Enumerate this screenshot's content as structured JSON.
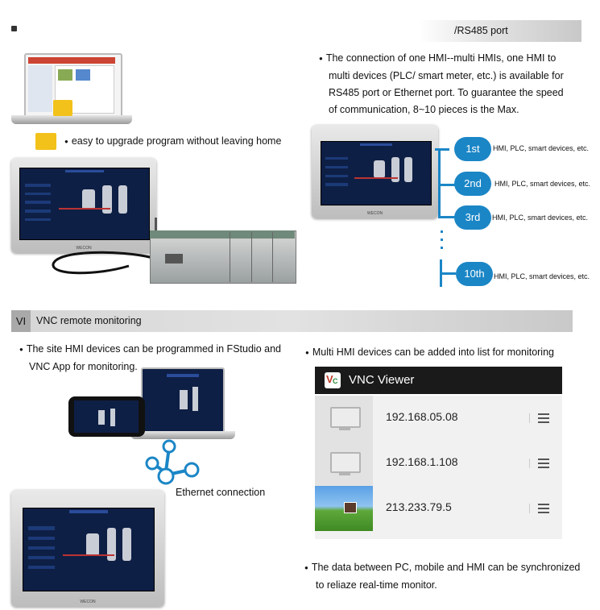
{
  "section_rs485": {
    "header": "/RS485 port"
  },
  "upgrade": {
    "text": "easy to upgrade program without leaving home"
  },
  "connection": {
    "line1": "The connection of one HMI--multi HMIs, one HMI to",
    "line2": "multi devices (PLC/ smart meter, etc.) is available for",
    "line3": "RS485 port or Ethernet port. To guarantee the speed",
    "line4": "of communication, 8~10 pieces is the Max."
  },
  "devices": [
    {
      "badge": "1st",
      "label": "HMI, PLC, smart devices, etc."
    },
    {
      "badge": "2nd",
      "label": "HMI, PLC, smart devices, etc."
    },
    {
      "badge": "3rd",
      "label": "HMI, PLC, smart devices, etc."
    },
    {
      "badge": "10th",
      "label": "HMI, PLC, smart devices, etc."
    }
  ],
  "section_vnc": {
    "number": "VI",
    "title": "VNC remote monitoring"
  },
  "site": {
    "line1": "The site HMI devices can be programmed in FStudio and",
    "line2": "VNC App for monitoring."
  },
  "ethernet": {
    "label": "Ethernet connection"
  },
  "multi": {
    "text": "Multi HMI devices can be added into list for monitoring"
  },
  "vnc": {
    "app_title": "VNC Viewer",
    "servers": [
      {
        "ip": "192.168.05.08"
      },
      {
        "ip": "192.168.1.108"
      },
      {
        "ip": "213.233.79.5"
      }
    ]
  },
  "sync": {
    "line1": "The data between PC, mobile and HMI can be synchronized",
    "line2": "to reliaze real-time monitor."
  },
  "colors": {
    "accent": "#1b86c6",
    "bar": "#c8c8c8",
    "vnc_header": "#1a1a1a"
  }
}
